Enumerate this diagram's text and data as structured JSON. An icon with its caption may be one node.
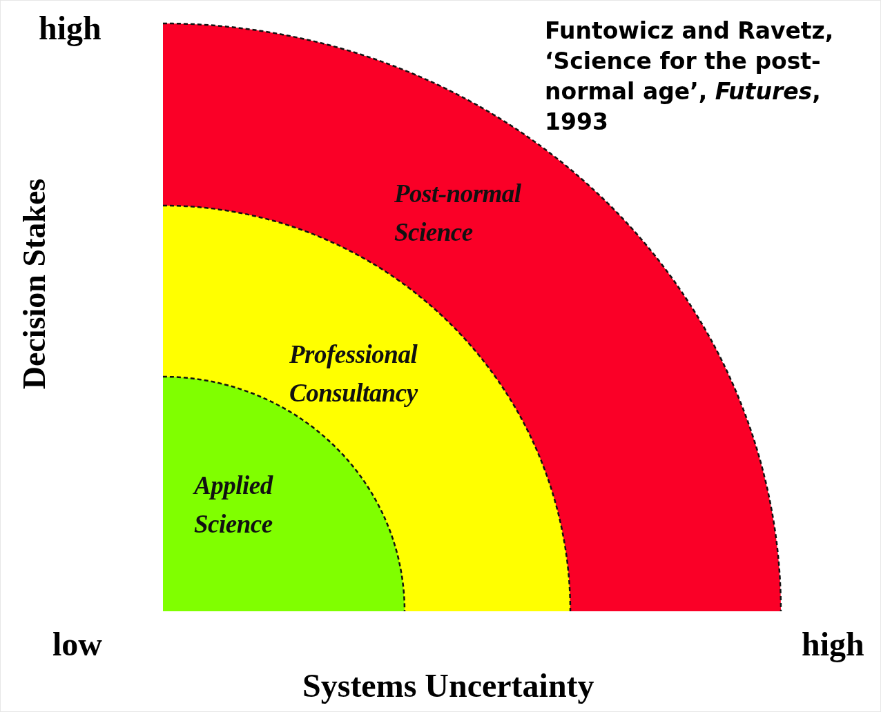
{
  "diagram": {
    "nodes": [
      {
        "text": [
          "Post-normal Science"
        ]
      },
      {
        "text": [
          "Professional Consultancy"
        ],
        "in": 0
      },
      {
        "text": [
          "Applied Science"
        ],
        "in": 1
      }
    ],
    "labels": [
      "high",
      "Funtowicz and Ravetz, ‘Science for the post-normal age’, *Futures*, 1993",
      "Decision Stakes",
      "low",
      "high",
      "Systems Uncertainty"
    ]
  }
}
